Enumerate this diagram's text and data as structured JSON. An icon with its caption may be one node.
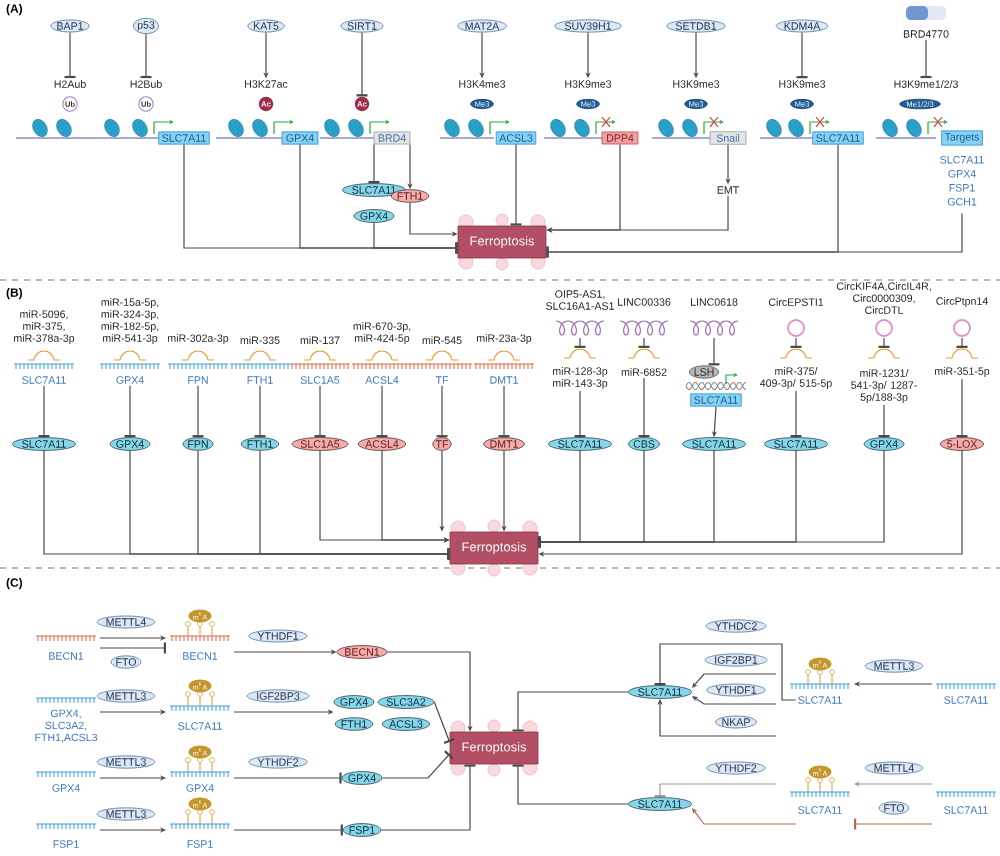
{
  "diagram": {
    "nodes": [
      {
        "text": [
          "BAP1"
        ]
      },
      {
        "text": [
          "H2Aub"
        ]
      },
      {
        "text": [
          "Ub"
        ]
      },
      {
        "text": [
          "p53"
        ]
      },
      {
        "text": [
          "H2Bub"
        ]
      },
      {
        "text": [
          "Ub"
        ]
      },
      {
        "text": [
          "SLC7A11"
        ]
      },
      {
        "text": [
          "KAT5"
        ]
      },
      {
        "text": [
          "H3K27ac"
        ]
      },
      {
        "text": [
          "Ac"
        ]
      },
      {
        "text": [
          "GPX4"
        ]
      },
      {
        "text": [
          "SIRT1"
        ]
      },
      {
        "text": [
          "Ac"
        ]
      },
      {
        "text": [
          "BRD4"
        ]
      },
      {
        "text": [
          "SLC7A11"
        ]
      },
      {
        "text": [
          "FTH1"
        ]
      },
      {
        "text": [
          "GPX4"
        ]
      },
      {
        "text": [
          "Ferroptosis"
        ]
      },
      {
        "text": [
          "MAT2A"
        ]
      },
      {
        "text": [
          "H3K4me3"
        ]
      },
      {
        "text": [
          "Me3"
        ]
      },
      {
        "text": [
          "ACSL3"
        ]
      },
      {
        "text": [
          "SUV39H1"
        ]
      },
      {
        "text": [
          "H3K9me3"
        ]
      },
      {
        "text": [
          "Me3"
        ]
      },
      {
        "text": [
          "DPP4"
        ]
      },
      {
        "text": [
          "SETDB1"
        ]
      },
      {
        "text": [
          "H3K9me3"
        ]
      },
      {
        "text": [
          "Me3"
        ]
      },
      {
        "text": [
          "Snail"
        ]
      },
      {
        "text": [
          "EMT"
        ]
      },
      {
        "text": [
          "KDM4A"
        ]
      },
      {
        "text": [
          "H3K9me3"
        ]
      },
      {
        "text": [
          "Me3"
        ]
      },
      {
        "text": [
          "SLC7A11"
        ]
      },
      {
        "text": [
          "BRD4770"
        ]
      },
      {
        "text": [
          "H3K9me1/2/3"
        ]
      },
      {
        "text": [
          "Me1/2/3"
        ]
      },
      {
        "text": [
          "Targets"
        ],
        "beside": [
          "SLC7A11",
          "GPX4",
          "FSP1",
          "GCH1"
        ]
      },
      {
        "text": [
          "SLC7A11"
        ],
        "beside": [
          "miR-5096, miR-375, miR-378a-3p"
        ]
      },
      {
        "text": [
          "SLC7A11"
        ]
      },
      {
        "text": [
          "GPX4"
        ],
        "beside": [
          "miR-15a-5p, miR-324-3p, miR-182-5p, miR-541-3p"
        ]
      },
      {
        "text": [
          "GPX4"
        ]
      },
      {
        "text": [
          "FPN"
        ],
        "beside": [
          "miR-302a-3p"
        ]
      },
      {
        "text": [
          "FPN"
        ]
      },
      {
        "text": [
          "FTH1"
        ],
        "beside": [
          "miR-335"
        ]
      },
      {
        "text": [
          "FTH1"
        ]
      },
      {
        "text": [
          "SLC1A5"
        ],
        "beside": [
          "miR-137"
        ]
      },
      {
        "text": [
          "SLC1A5"
        ]
      },
      {
        "text": [
          "ACSL4"
        ],
        "beside": [
          "miR-670-3p, miR-424-5p"
        ]
      },
      {
        "text": [
          "ACSL4"
        ]
      },
      {
        "text": [
          "TF"
        ],
        "beside": [
          "miR-545"
        ]
      },
      {
        "text": [
          "TF"
        ]
      },
      {
        "text": [
          "DMT1"
        ],
        "beside": [
          "miR-23a-3p"
        ]
      },
      {
        "text": [
          "DMT1"
        ]
      },
      {
        "text": [
          "Ferroptosis"
        ]
      },
      {
        "text": [
          "OIP5-AS1, SLC16A1-AS1"
        ]
      },
      {
        "text": [
          "miR-128-3p miR-143-3p"
        ]
      },
      {
        "text": [
          "SLC7A11"
        ]
      },
      {
        "text": [
          "LINC00336"
        ]
      },
      {
        "text": [
          "miR-6852"
        ]
      },
      {
        "text": [
          "CBS"
        ]
      },
      {
        "text": [
          "LINC0618"
        ]
      },
      {
        "text": [
          "LSH"
        ]
      },
      {
        "text": [
          "SLC7A11"
        ]
      },
      {
        "text": [
          "SLC7A11"
        ]
      },
      {
        "text": [
          "CircEPSTI1"
        ]
      },
      {
        "text": [
          "miR-375/ 409-3p/ 515-5p"
        ]
      },
      {
        "text": [
          "SLC7A11"
        ]
      },
      {
        "text": [
          "CircKIF4A,CircIL4R, Circ0000309, CircDTL"
        ]
      },
      {
        "text": [
          "miR-1231/ 541-3p/ 1287-5p/188-3p"
        ]
      },
      {
        "text": [
          "GPX4"
        ]
      },
      {
        "text": [
          "CircPtpn14"
        ]
      },
      {
        "text": [
          "miR-351-5p"
        ]
      },
      {
        "text": [
          "5-LOX"
        ]
      },
      {
        "text": [
          "BECN1"
        ]
      },
      {
        "text": [
          "METTL4"
        ]
      },
      {
        "text": [
          "FTO"
        ]
      },
      {
        "text": [
          "BECN1"
        ]
      },
      {
        "text": [
          "m$^{6}$A"
        ]
      },
      {
        "text": [
          "YTHDF1"
        ]
      },
      {
        "text": [
          "BECN1"
        ]
      },
      {
        "text": [
          "Ferroptosis"
        ]
      },
      {
        "text": [
          "GPX4, SLC3A2, FTH1,ACSL3"
        ]
      },
      {
        "text": [
          "METTL3"
        ]
      },
      {
        "text": [
          "SLC7A11"
        ]
      },
      {
        "text": [
          "m$^{6}$A"
        ]
      },
      {
        "text": [
          "IGF2BP3"
        ]
      },
      {
        "text": [
          "GPX4"
        ]
      },
      {
        "text": [
          "SLC3A2"
        ]
      },
      {
        "text": [
          "FTH1"
        ]
      },
      {
        "text": [
          "ACSL3"
        ]
      },
      {
        "text": [
          "GPX4"
        ]
      },
      {
        "text": [
          "METTL3"
        ]
      },
      {
        "text": [
          "GPX4"
        ]
      },
      {
        "text": [
          "m$^{6}$A"
        ]
      },
      {
        "text": [
          "YTHDF2"
        ]
      },
      {
        "text": [
          "GPX4"
        ]
      },
      {
        "text": [
          "FSP1"
        ]
      },
      {
        "text": [
          "METTL3"
        ]
      },
      {
        "text": [
          "FSP1"
        ]
      },
      {
        "text": [
          "m$^{6}$A"
        ]
      },
      {
        "text": [
          "FSP1"
        ]
      },
      {
        "text": [
          "YTHDC2"
        ]
      },
      {
        "text": [
          "IGF2BP1"
        ]
      },
      {
        "text": [
          "YTHDF1"
        ]
      },
      {
        "text": [
          "NKAP"
        ]
      },
      {
        "text": [
          "SLC7A11"
        ]
      },
      {
        "text": [
          "m$^{6}$A"
        ]
      },
      {
        "text": [
          "SLC7A11"
        ]
      },
      {
        "text": [
          "METTL3"
        ]
      },
      {
        "text": [
          "SLC7A11"
        ]
      },
      {
        "text": [
          "YTHDF2"
        ]
      },
      {
        "text": [
          "SLC7A11"
        ]
      },
      {
        "text": [
          "m$^{6}$A"
        ]
      },
      {
        "text": [
          "SLC7A11"
        ]
      },
      {
        "text": [
          "METTL4"
        ]
      },
      {
        "text": [
          "FTO"
        ]
      },
      {
        "text": [
          "SLC7A11"
        ]
      }
    ],
    "edges": [
      {
        "from": 0,
        "to": 1,
        "arrow": "other"
      },
      {
        "from": 3,
        "to": 4,
        "arrow": "other"
      },
      {
        "from": 7,
        "to": 8,
        "arrow": "to"
      },
      {
        "from": 11,
        "to": 12,
        "arrow": "other"
      },
      {
        "from": 18,
        "to": 19,
        "arrow": "to"
      },
      {
        "from": 22,
        "to": 23,
        "arrow": "to"
      },
      {
        "from": 26,
        "to": 27,
        "arrow": "to"
      },
      {
        "from": 31,
        "to": 32,
        "arrow": "other"
      },
      {
        "from": 35,
        "to": 36,
        "arrow": "other"
      },
      {
        "from": 13,
        "to": 14,
        "arrow": "other"
      },
      {
        "from": 13,
        "to": 15,
        "arrow": "to"
      },
      {
        "from": 15,
        "to": 17,
        "arrow": "to"
      },
      {
        "from": 6,
        "to": 17,
        "arrow": "other"
      },
      {
        "from": 10,
        "to": 17,
        "arrow": "other"
      },
      {
        "from": 16,
        "to": 17,
        "arrow": "other"
      },
      {
        "from": 21,
        "to": 17,
        "arrow": "other"
      },
      {
        "from": 25,
        "to": 17,
        "arrow": "to"
      },
      {
        "from": 30,
        "to": 17,
        "arrow": "to"
      },
      {
        "from": 29,
        "to": 30,
        "arrow": "to"
      },
      {
        "from": 34,
        "to": 17,
        "arrow": "other"
      },
      {
        "from": 38,
        "to": 17,
        "arrow": "other"
      },
      {
        "from": 39,
        "to": 40,
        "arrow": "other"
      },
      {
        "from": 41,
        "to": 42,
        "arrow": "other"
      },
      {
        "from": 43,
        "to": 44,
        "arrow": "other"
      },
      {
        "from": 45,
        "to": 46,
        "arrow": "other"
      },
      {
        "from": 47,
        "to": 48,
        "arrow": "other"
      },
      {
        "from": 49,
        "to": 50,
        "arrow": "other"
      },
      {
        "from": 51,
        "to": 52,
        "arrow": "other"
      },
      {
        "from": 53,
        "to": 54,
        "arrow": "other"
      },
      {
        "from": 40,
        "to": 55,
        "arrow": "other"
      },
      {
        "from": 42,
        "to": 55,
        "arrow": "other"
      },
      {
        "from": 44,
        "to": 55,
        "arrow": "other"
      },
      {
        "from": 46,
        "to": 55,
        "arrow": "other"
      },
      {
        "from": 48,
        "to": 55,
        "arrow": "to"
      },
      {
        "from": 50,
        "to": 55,
        "arrow": "to"
      },
      {
        "from": 52,
        "to": 55,
        "arrow": "to"
      },
      {
        "from": 54,
        "to": 55,
        "arrow": "to"
      },
      {
        "from": 56,
        "to": 57,
        "arrow": "other"
      },
      {
        "from": 57,
        "to": 58,
        "arrow": "other"
      },
      {
        "from": 59,
        "to": 60,
        "arrow": "other"
      },
      {
        "from": 60,
        "to": 61,
        "arrow": "other"
      },
      {
        "from": 62,
        "to": 63,
        "arrow": "other"
      },
      {
        "from": 64,
        "to": 65,
        "arrow": "to"
      },
      {
        "from": 66,
        "to": 67,
        "arrow": "other"
      },
      {
        "from": 67,
        "to": 68,
        "arrow": "other"
      },
      {
        "from": 69,
        "to": 70,
        "arrow": "other"
      },
      {
        "from": 70,
        "to": 71,
        "arrow": "other"
      },
      {
        "from": 72,
        "to": 73,
        "arrow": "other"
      },
      {
        "from": 73,
        "to": 74,
        "arrow": "other"
      },
      {
        "from": 58,
        "to": 55,
        "arrow": "other"
      },
      {
        "from": 61,
        "to": 55,
        "arrow": "other"
      },
      {
        "from": 65,
        "to": 55,
        "arrow": "other"
      },
      {
        "from": 68,
        "to": 55,
        "arrow": "other"
      },
      {
        "from": 71,
        "to": 55,
        "arrow": "other"
      },
      {
        "from": 74,
        "to": 55,
        "arrow": "to"
      },
      {
        "from": 75,
        "to": 78,
        "arrow": "to"
      },
      {
        "from": 75,
        "to": 78,
        "arrow": "other"
      },
      {
        "from": 78,
        "to": 81,
        "arrow": "to"
      },
      {
        "from": 81,
        "to": 82,
        "arrow": "to"
      },
      {
        "from": 83,
        "to": 85,
        "arrow": "to"
      },
      {
        "from": 85,
        "to": 88,
        "arrow": "to"
      },
      {
        "from": 89,
        "to": 82,
        "arrow": "other"
      },
      {
        "from": 92,
        "to": 94,
        "arrow": "to"
      },
      {
        "from": 94,
        "to": 97,
        "arrow": "other"
      },
      {
        "from": 97,
        "to": 82,
        "arrow": "other"
      },
      {
        "from": 98,
        "to": 100,
        "arrow": "to"
      },
      {
        "from": 100,
        "to": 102,
        "arrow": "other"
      },
      {
        "from": 102,
        "to": 82,
        "arrow": "other"
      },
      {
        "from": 111,
        "to": 109,
        "arrow": "to"
      },
      {
        "from": 109,
        "to": 107,
        "arrow": "other"
      },
      {
        "from": 109,
        "to": 107,
        "arrow": "to"
      },
      {
        "from": 109,
        "to": 107,
        "arrow": "to"
      },
      {
        "from": 109,
        "to": 107,
        "arrow": "to"
      },
      {
        "from": 107,
        "to": 82,
        "arrow": "other"
      },
      {
        "from": 118,
        "to": 115,
        "arrow": "to",
        "color": "#9a9a9a"
      },
      {
        "from": 118,
        "to": 115,
        "arrow": "other",
        "color": "#c0634c"
      },
      {
        "from": 115,
        "to": 113,
        "arrow": "other",
        "color": "#9a9a9a"
      },
      {
        "from": 115,
        "to": 113,
        "arrow": "to",
        "color": "#c0634c"
      },
      {
        "from": 113,
        "to": 82,
        "arrow": "other"
      }
    ],
    "labels": [
      "(A)",
      "(B)",
      "(C)"
    ]
  }
}
